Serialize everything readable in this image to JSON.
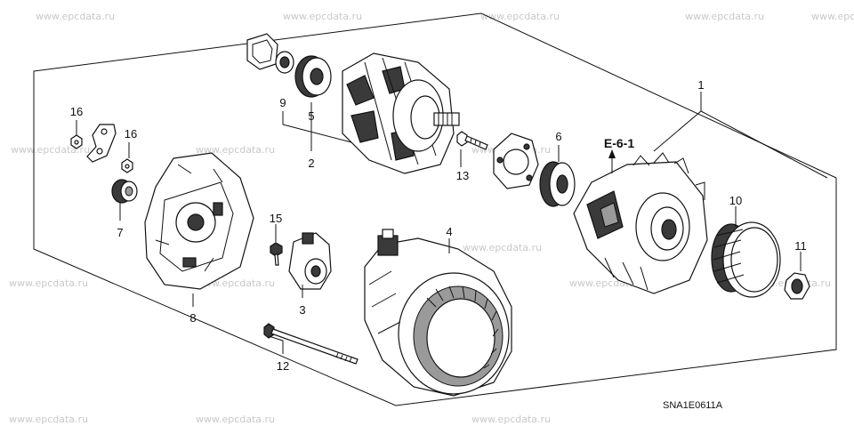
{
  "watermarks": [
    "www.epcdata.ru",
    "www.epcdata.ru",
    "www.epcdata.ru",
    "www.epcdata.ru",
    "www.epc",
    "www.epcdata.ru",
    "www.epcdata.ru",
    "www.epcdata.ru",
    "www.epcdata.ru",
    "www.epcdata.ru",
    "www.epcdata.ru",
    "www.epcdata.ru",
    "www.epcdata.ru",
    "www.epcdata.ru",
    "www.epcdata.ru",
    "www.epcdata.ru"
  ],
  "callouts": {
    "c1": "1",
    "c2": "2",
    "c3": "3",
    "c4": "4",
    "c5": "5",
    "c6": "6",
    "c7": "7",
    "c8": "8",
    "c9": "9",
    "c10": "10",
    "c11": "11",
    "c12": "12",
    "c13": "13",
    "c15": "15",
    "c16a": "16",
    "c16b": "16"
  },
  "reference": "E-6-1",
  "diagram_code": "SNA1E0611A"
}
